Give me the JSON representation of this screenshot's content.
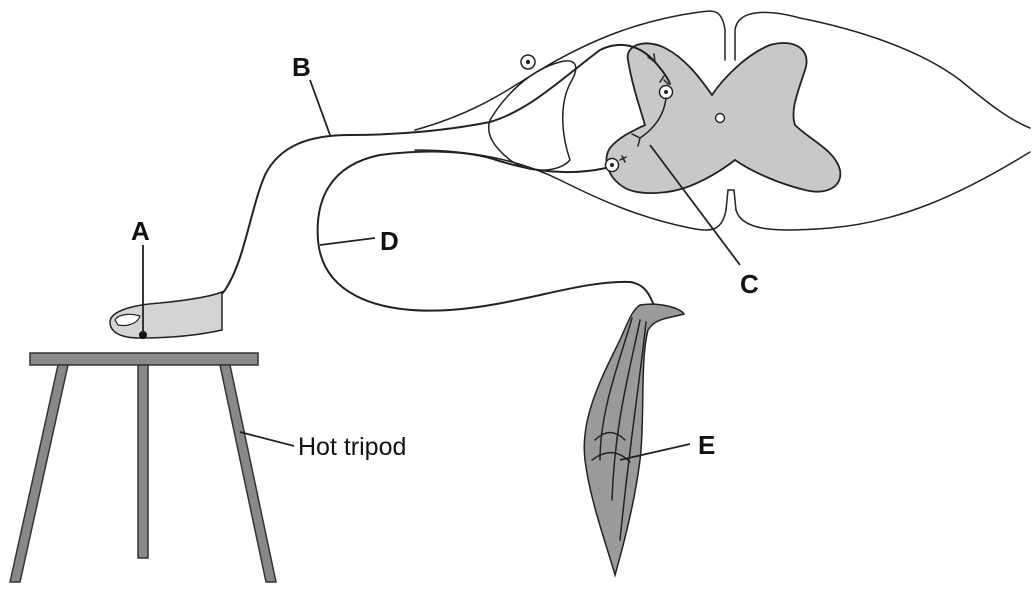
{
  "labels": {
    "a": "A",
    "b": "B",
    "c": "C",
    "d": "D",
    "e": "E",
    "tripod": "Hot tripod"
  },
  "colors": {
    "grey_matter": "#c8c8c8",
    "tripod": "#8a8a8a",
    "muscle": "#9a9a9a",
    "line": "#222222"
  }
}
